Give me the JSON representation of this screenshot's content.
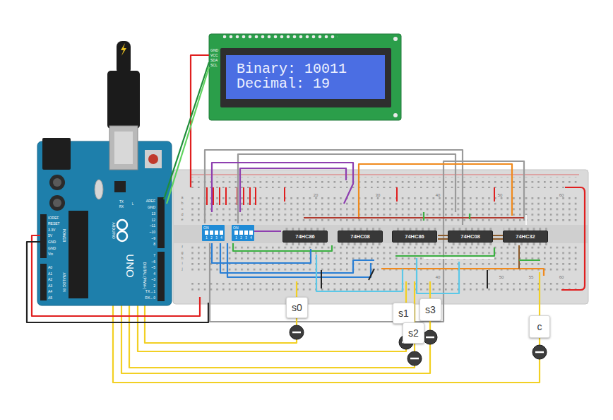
{
  "diagram": {
    "nodes": [
      {
        "text": [
          "Binary: 10011",
          "Decimal: 19"
        ]
      },
      {
        "text": [
          "74HC86"
        ]
      },
      {
        "text": [
          "74HC08"
        ]
      },
      {
        "text": [
          "74HC86"
        ]
      },
      {
        "text": [
          "74HC08"
        ]
      },
      {
        "text": [
          "74HC32"
        ]
      },
      {
        "text": [
          "s0"
        ]
      },
      {
        "text": [
          "s1"
        ]
      },
      {
        "text": [
          "s2"
        ]
      },
      {
        "text": [
          "s3"
        ]
      },
      {
        "text": [
          "c"
        ]
      }
    ],
    "labels": [
      "GND",
      "VCC",
      "SDA",
      "SCL",
      "20",
      "30",
      "40",
      "50",
      "60",
      "40",
      "50",
      "55",
      "60",
      "a",
      "b",
      "c",
      "d",
      "e",
      "f",
      "g",
      "h",
      "i",
      "j",
      "ON",
      "1",
      "2",
      "3",
      "4",
      "ON",
      "1",
      "2",
      "3",
      "4",
      "IOREF",
      "RESET",
      "3.3V",
      "5V",
      "GND",
      "GND",
      "Vin",
      "POWER",
      "A0",
      "A1",
      "A2",
      "A3",
      "A4",
      "A5",
      "ANALOG IN",
      "AREF",
      "GND",
      "13",
      "12",
      "~11",
      "~10",
      "~9",
      "8",
      "7",
      "~6",
      "~5",
      "4",
      "~3",
      "2",
      "TX→1",
      "RX←0",
      "DIGITAL (PWM~)",
      "UNO",
      "ARDUINO",
      "TX",
      "RX",
      "L"
    ]
  }
}
